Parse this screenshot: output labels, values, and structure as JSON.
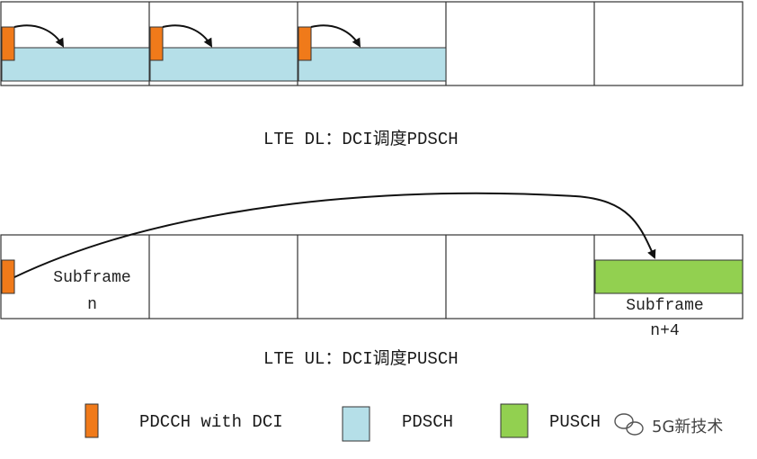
{
  "diagram": {
    "dl_caption": "LTE DL：DCI调度PDSCH",
    "ul_caption": "LTE UL：DCI调度PUSCH",
    "subframe_n_line1": "Subframe",
    "subframe_n_line2": "n",
    "subframe_n4_line1": "Subframe",
    "subframe_n4_line2": "n+4"
  },
  "legend": {
    "pdcch_label": "PDCCH with DCI",
    "pdsch_label": "PDSCH",
    "pusch_label": "PUSCH"
  },
  "watermark": "5G新技术",
  "colors": {
    "pdcch": "#f07a1a",
    "pdsch": "#b5dfe8",
    "pusch": "#92d050",
    "border": "#333333"
  }
}
